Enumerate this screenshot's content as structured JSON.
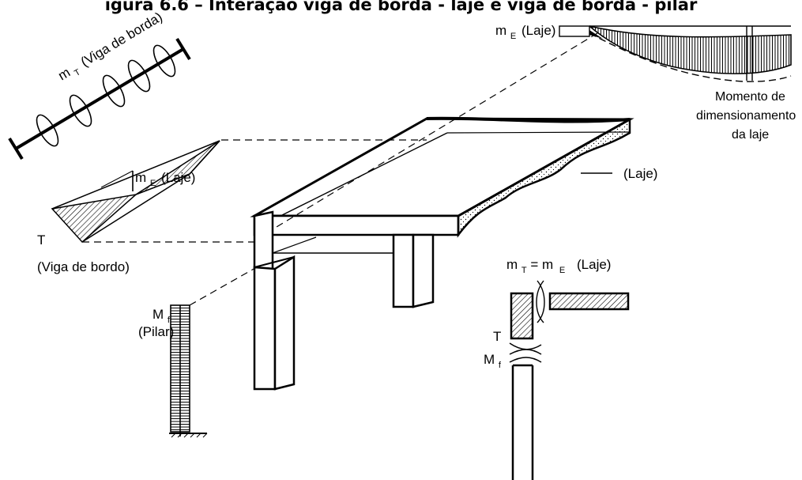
{
  "title": "igura 6.6 – Interação viga de borda - laje e viga de borda - pilar",
  "labels": {
    "mt_viga_borda_main": "m",
    "mt_viga_borda_sub": "T",
    "mt_viga_borda_rest": "(Viga de borda)",
    "me_laje_left_main": "m",
    "me_laje_left_sub": "E",
    "me_laje_left_rest": "(Laje)",
    "t_left": "T",
    "viga_bordo": "(Viga de bordo)",
    "me_laje_top_main": "m",
    "me_laje_top_sub": "E",
    "me_laje_top_rest": "(Laje)",
    "momento_line1": "Momento de",
    "momento_line2": "dimensionamento",
    "momento_line3": "da laje",
    "laje": "(Laje)",
    "mf_main": "M",
    "mf_sub": "f",
    "pilar": "(Pilar)",
    "eq_mt": "m",
    "eq_mt_sub": "T",
    "eq_equals": "= m",
    "eq_me_sub": "E",
    "eq_laje": "(Laje)",
    "detail_t": "T",
    "detail_mf": "M",
    "detail_mf_sub": "f"
  }
}
